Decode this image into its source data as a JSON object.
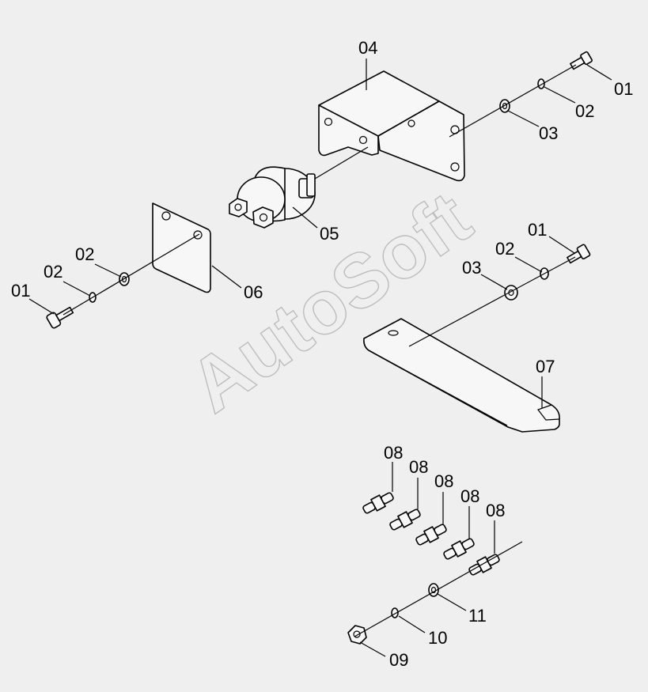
{
  "watermark": "AutoSoft",
  "callouts": {
    "c01a": "01",
    "c02a": "02",
    "c03a": "03",
    "c04": "04",
    "c05": "05",
    "c06": "06",
    "c02b": "02",
    "c02c": "02",
    "c01b": "01",
    "c01c": "01",
    "c02d": "02",
    "c03b": "03",
    "c07": "07",
    "c08a": "08",
    "c08b": "08",
    "c08c": "08",
    "c08d": "08",
    "c08e": "08",
    "c11": "11",
    "c10": "10",
    "c09": "09"
  },
  "colors": {
    "background": "#efefef",
    "line": "#000000",
    "watermark": "#bdbdbd"
  }
}
